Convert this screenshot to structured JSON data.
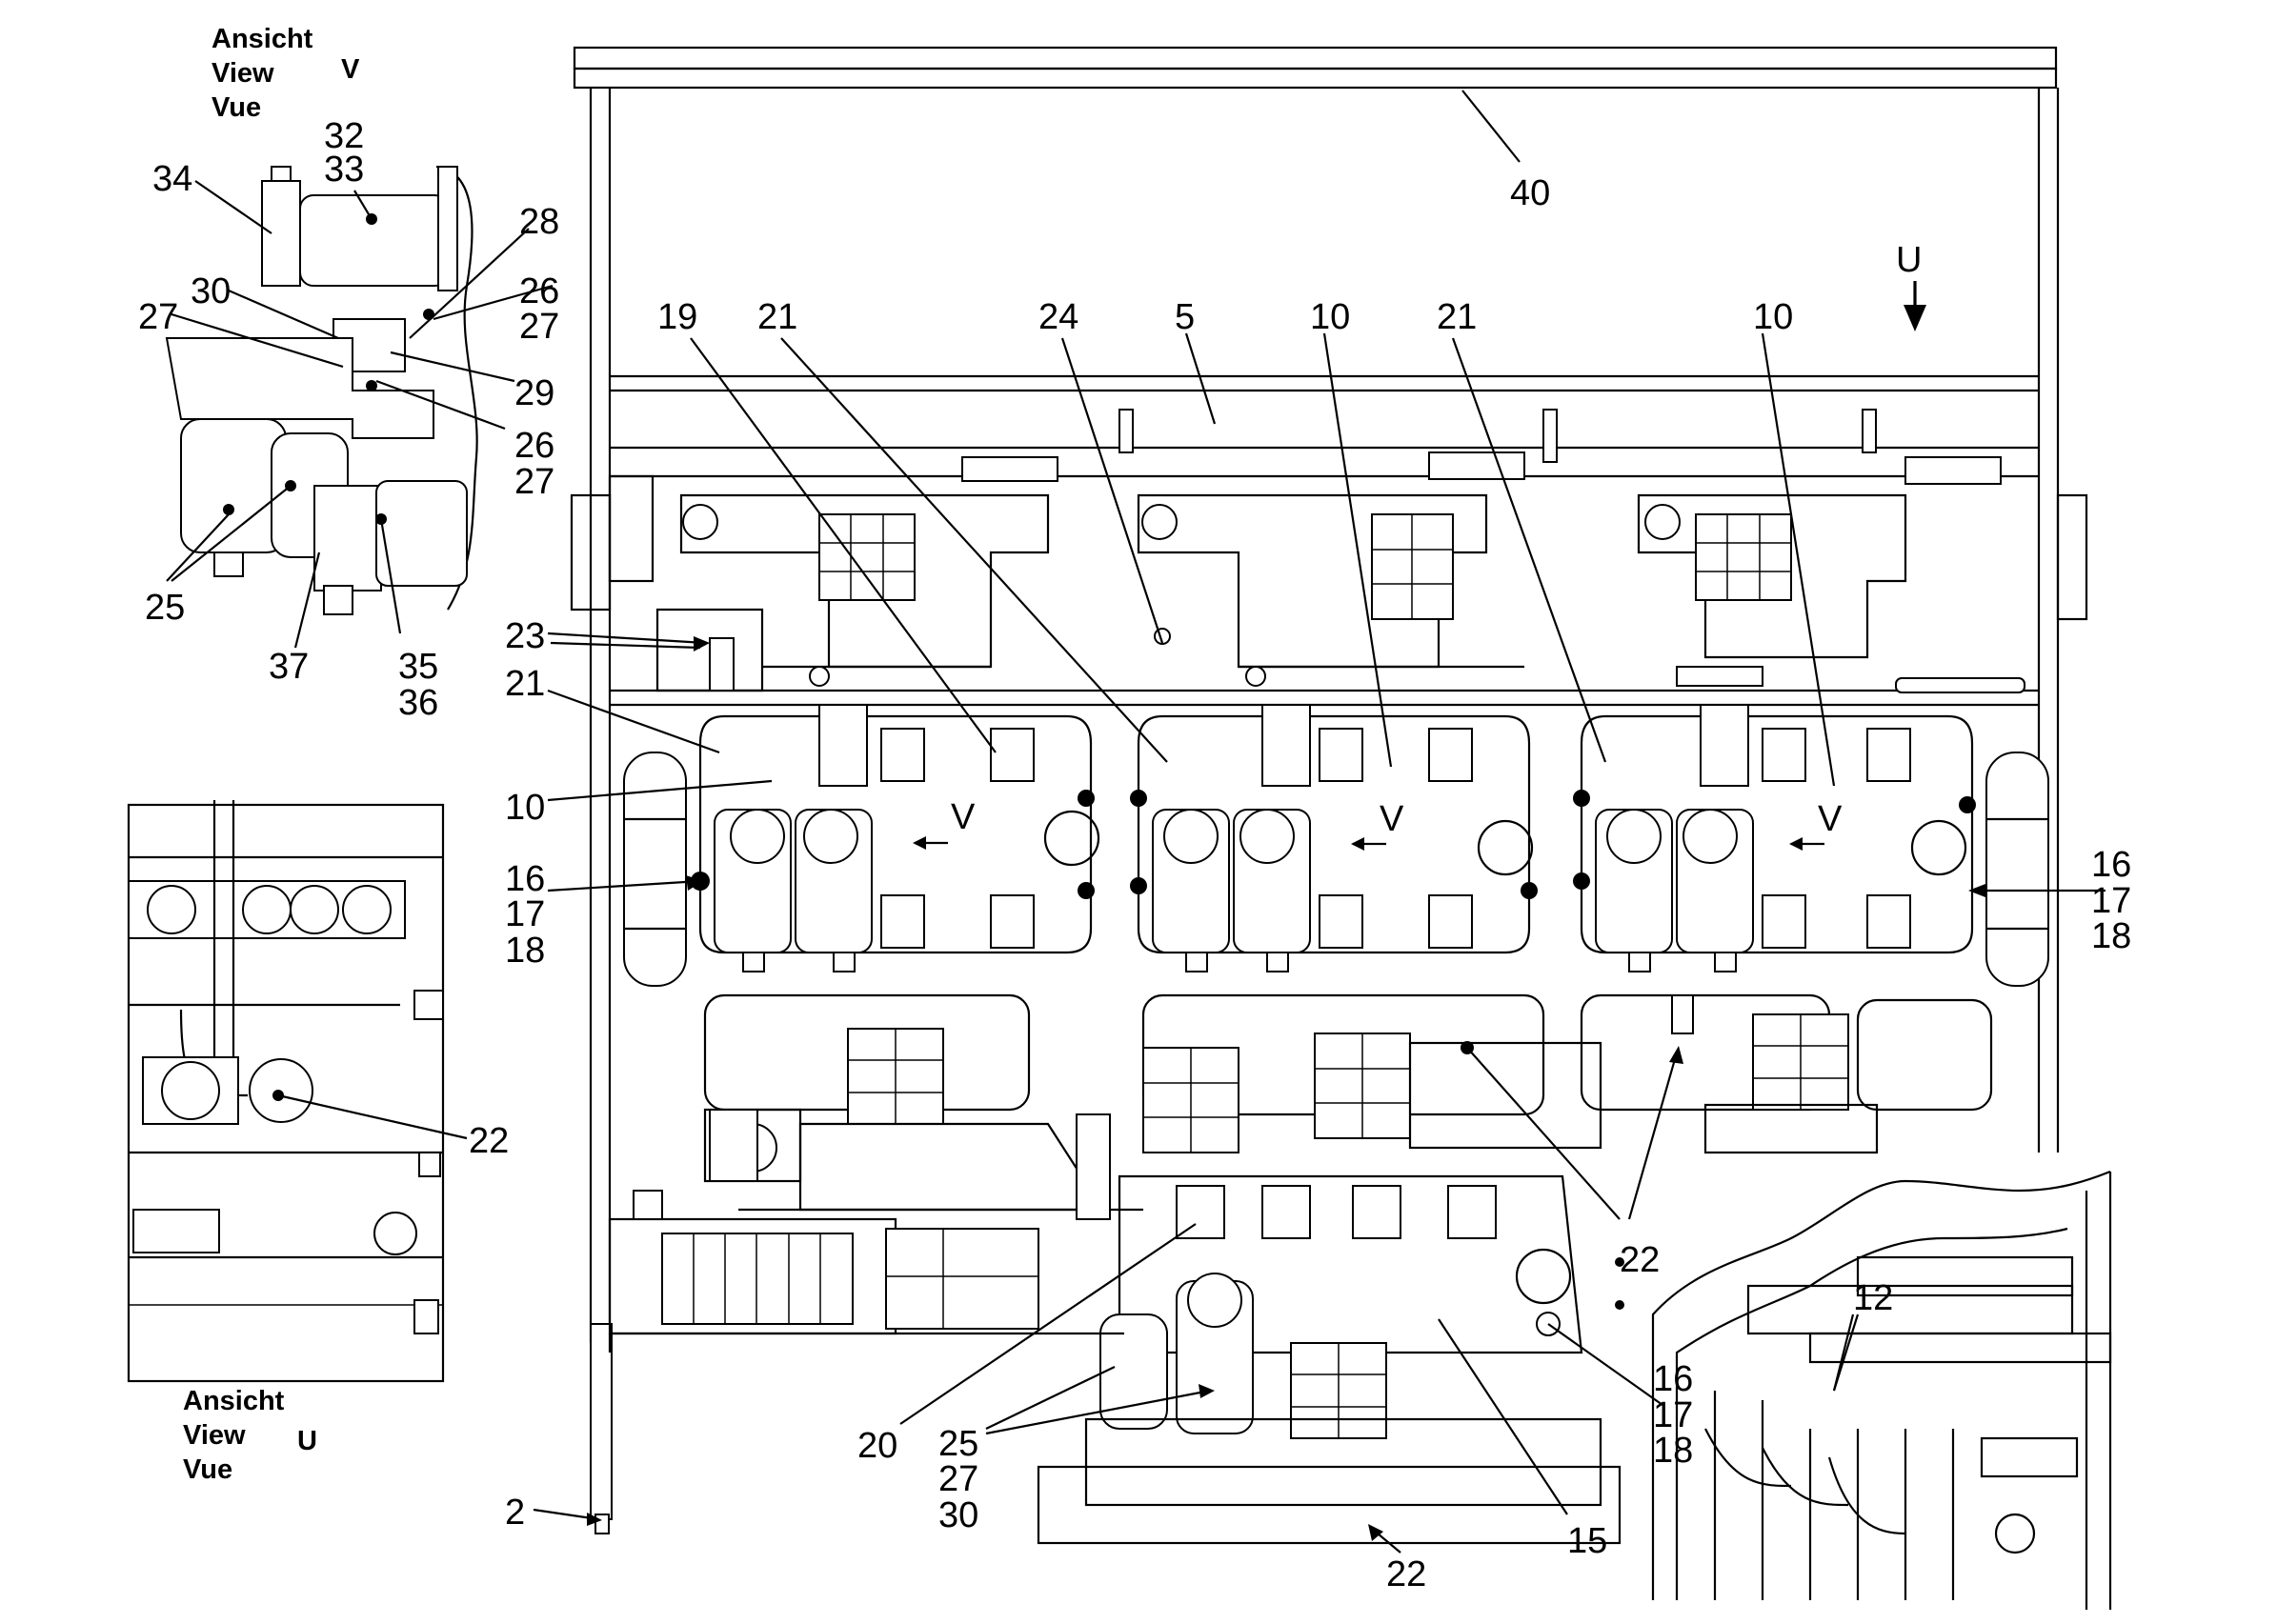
{
  "views": {
    "view_v_inset": {
      "line1": "Ansicht",
      "line2": "View",
      "line3": "Vue",
      "letter": "V"
    },
    "view_u_inset": {
      "line1": "Ansicht",
      "line2": "View",
      "line3": "Vue",
      "letter": "U"
    },
    "arrow_u_letter": "U",
    "arrow_v_letter": "V"
  },
  "callouts": {
    "c32": "32",
    "c33": "33",
    "c34": "34",
    "c28": "28",
    "c30": "30",
    "c27a": "27",
    "c26a": "26",
    "c27b": "27",
    "c29": "29",
    "c26b": "26",
    "c27c": "27",
    "c25a": "25",
    "c37": "37",
    "c35": "35",
    "c36": "36",
    "c40": "40",
    "c19": "19",
    "c21a": "21",
    "c24": "24",
    "c5": "5",
    "c10a": "10",
    "c21b": "21",
    "c10b": "10",
    "c23": "23",
    "c21c": "21",
    "c10c": "10",
    "c16a": "16",
    "c17a": "17",
    "c18a": "18",
    "c16b": "16",
    "c17b": "17",
    "c18b": "18",
    "c22a": "22",
    "c22b": "22",
    "c16c": "16",
    "c17c": "17",
    "c18c": "18",
    "c12": "12",
    "c20": "20",
    "c25b": "25",
    "c27d": "27",
    "c30b": "30",
    "c15": "15",
    "c22c": "22",
    "c2": "2"
  }
}
